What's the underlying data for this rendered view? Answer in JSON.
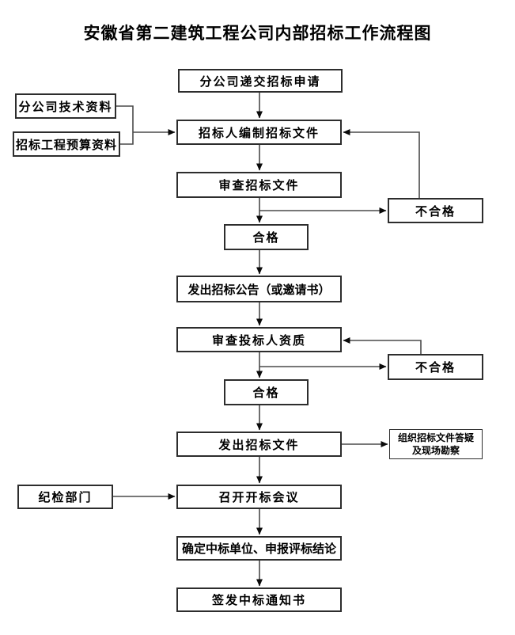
{
  "title": "安徽省第二建筑工程公司内部招标工作流程图",
  "colors": {
    "background": "#ffffff",
    "box_border": "#2d2d2d",
    "line": "#4a4a4a",
    "text": "#000000"
  },
  "nodes": {
    "submit_application": "分公司递交招标申请",
    "technical_data": "分公司技术资料",
    "budget_data": "招标工程预算资料",
    "compile_documents": "招标人编制招标文件",
    "review_documents": "审查招标文件",
    "unqualified_1": "不合格",
    "qualified_1": "合格",
    "issue_announcement": "发出招标公告（或邀请书）",
    "review_bidders": "审查投标人资质",
    "unqualified_2": "不合格",
    "qualified_2": "合格",
    "issue_documents": "发出招标文件",
    "organize_qa_line1": "组织招标文件答疑",
    "organize_qa_line2": "及现场勘察",
    "discipline_department": "纪检部门",
    "bid_opening_meeting": "召开开标会议",
    "determine_winner": "确定中标单位、申报评标结论",
    "issue_award_notice": "签发中标通知书"
  }
}
